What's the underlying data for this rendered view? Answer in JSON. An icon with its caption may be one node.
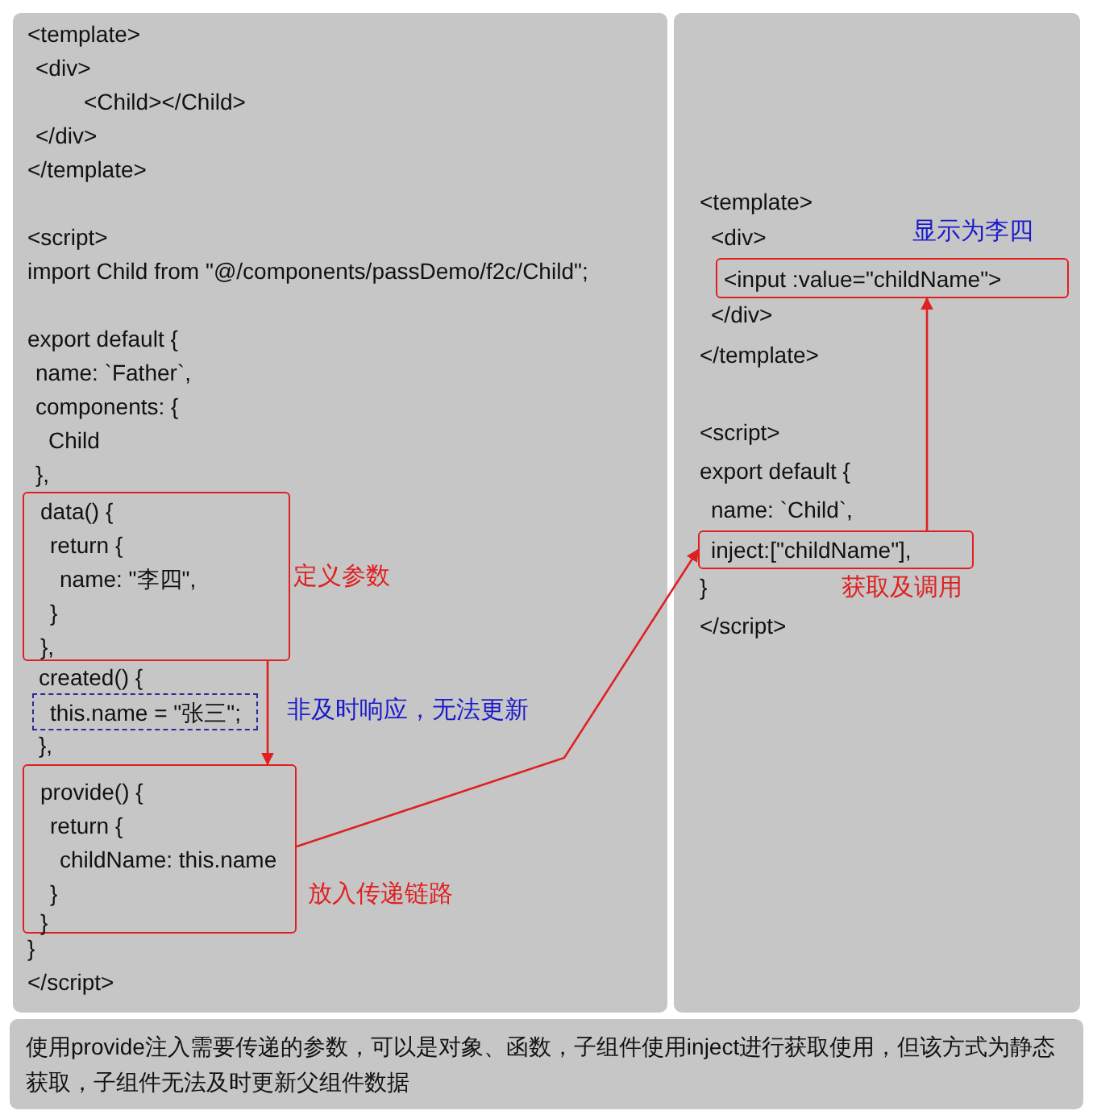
{
  "diagram": {
    "caption": "使用provide注入需要传递的参数，可以是对象、函数，子组件使用inject进行获取使用，但该方式为静态获取，子组件无法及时更新父组件数据",
    "nodes": [
      {
        "text": [
          "<template>",
          "<div>",
          "<Child></Child>",
          "</div>",
          "</template>",
          "<script>",
          "import Child from \"@/components/passDemo/f2c/Child\";",
          "export default {",
          "name: `Father`,",
          "components: {",
          "Child",
          "},",
          "created() {",
          "},",
          "}",
          "</script>"
        ]
      },
      {
        "text": [
          "data() {",
          "return {",
          "name: \"李四\",",
          "}",
          "},"
        ],
        "in": 0,
        "beside": [
          "定义参数"
        ]
      },
      {
        "text": [
          "this.name = \"张三\";"
        ],
        "in": 0,
        "beside": [
          "非及时响应，无法更新"
        ]
      },
      {
        "text": [
          "provide() {",
          "return {",
          "childName: this.name",
          "}",
          "}"
        ],
        "in": 0,
        "beside": [
          "放入传递链路"
        ]
      },
      {
        "text": [
          "<template>",
          "<div>",
          "</div>",
          "</template>",
          "<script>",
          "export default {",
          "name: `Child`,",
          "}",
          "</script>"
        ]
      },
      {
        "text": [
          "<input :value=\"childName\">"
        ],
        "in": 4,
        "beside": [
          "显示为李四"
        ]
      },
      {
        "text": [
          "inject:[\"childName\"],"
        ],
        "in": 4,
        "beside": [
          "获取及调用"
        ]
      }
    ],
    "edges": [
      {
        "from": 1,
        "to": 3,
        "arrow": "to"
      },
      {
        "from": 3,
        "to": 6,
        "arrow": "to"
      },
      {
        "from": 6,
        "to": 5,
        "arrow": "to"
      }
    ]
  }
}
